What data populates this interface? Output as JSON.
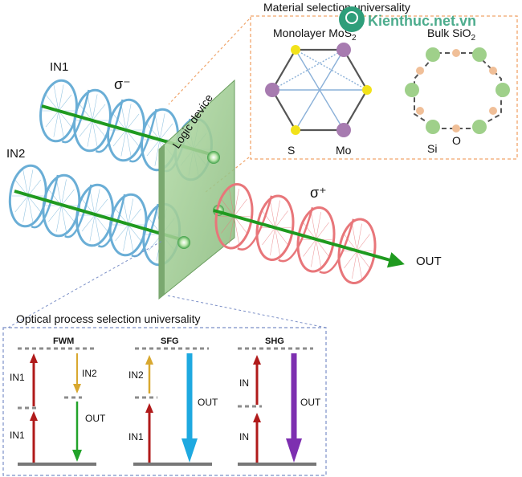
{
  "labels": {
    "in1": "IN1",
    "in2": "IN2",
    "sigma_minus": "σ⁻",
    "sigma_plus": "σ⁺",
    "out": "OUT",
    "logic_device": "Logic device"
  },
  "watermark": {
    "text": "Kienthuc.net.vn"
  },
  "material_panel": {
    "title": "Material selection universality",
    "left": {
      "title": "Monolayer MoS",
      "title_sub": "2",
      "atom_s": "S",
      "atom_mo": "Mo"
    },
    "right": {
      "title": "Bulk SiO",
      "title_sub": "2",
      "atom_si": "Si",
      "atom_o": "O"
    }
  },
  "process_panel": {
    "title": "Optical process selection universality",
    "processes": [
      {
        "name": "FWM",
        "up1": "IN1",
        "up2": "IN1",
        "down1": "IN2",
        "out": "OUT"
      },
      {
        "name": "SFG",
        "up_top": "IN2",
        "up_bottom": "IN1",
        "out": "OUT"
      },
      {
        "name": "SHG",
        "up_top": "IN",
        "up_bottom": "IN",
        "out": "OUT"
      }
    ]
  },
  "colors": {
    "beam": "#1f9a1f",
    "helix_in": "#6aaed6",
    "helix_out": "#e8767a",
    "plate": "#9ccc8c",
    "panel_border_material": "#f0a56b",
    "panel_border_process": "#7b8fc7",
    "atom_s": "#f2e21a",
    "atom_mo": "#a77bb0",
    "atom_si": "#9fd08a",
    "atom_o": "#f0bf98",
    "arrow_red": "#b01a1a",
    "arrow_green": "#22a32a",
    "arrow_yellow": "#d8a830",
    "arrow_blue": "#1ea9e0",
    "arrow_purple": "#7d2fb0",
    "watermark_green": "#2e9e7a"
  }
}
